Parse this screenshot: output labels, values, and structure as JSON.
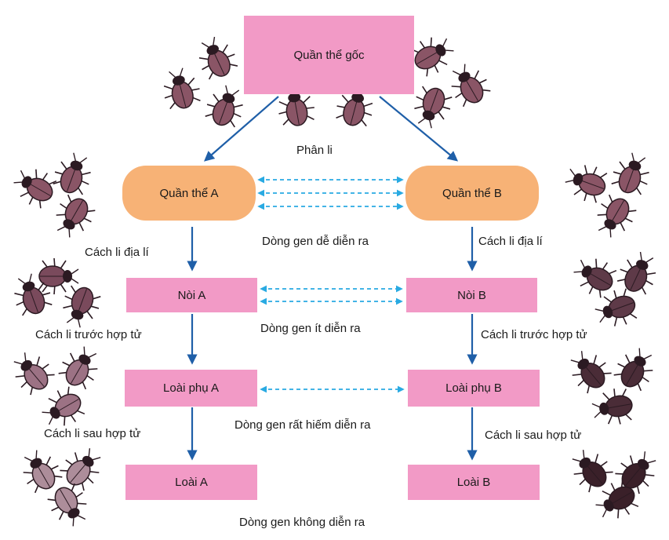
{
  "diagram": {
    "root": "Quần thể gốc",
    "split_label": "Phân li",
    "left": {
      "population": "Quần thể A",
      "race": "Nòi A",
      "subspecies": "Loài phụ A",
      "species": "Loài A"
    },
    "right": {
      "population": "Quần thể B",
      "race": "Nòi B",
      "subspecies": "Loài phụ B",
      "species": "Loài B"
    },
    "isolation": {
      "geo": "Cách li địa lí",
      "prezygotic": "Cách li trước hợp tử",
      "postzygotic": "Cách li sau hợp tử"
    },
    "gene_flow": {
      "easy": "Dòng gen dễ diễn ra",
      "few": "Dòng gen ít diễn ra",
      "rare": "Dòng gen rất hiếm diễn ra",
      "none": "Dòng gen không diễn ra"
    }
  },
  "colors": {
    "box_pink": "#f29ac6",
    "box_orange": "#f7b276",
    "arrow_blue": "#1f5fa8",
    "flow_dash": "#29aae2"
  },
  "icons": [
    "beetle-icon"
  ]
}
